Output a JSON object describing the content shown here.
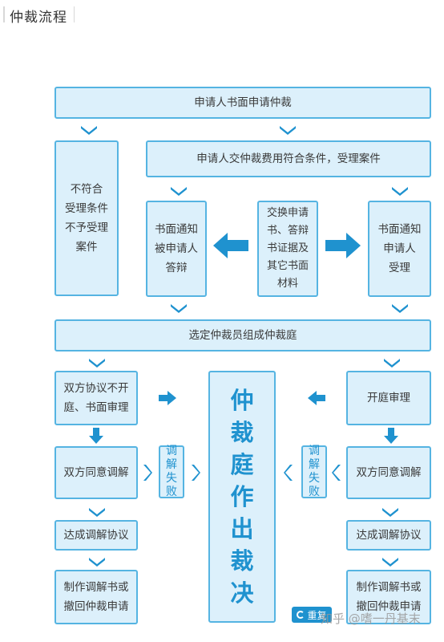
{
  "header": {
    "title": "仲裁流程"
  },
  "boxes": {
    "apply": "申请人书面申请仲裁",
    "reject": "不符合\n受理条件\n不予受理\n案件",
    "accept": "申请人交仲裁费用符合条件，受理案件",
    "notify_respondent": "书面通知\n被申请人\n答辩",
    "exchange": "交换申请\n书、答辩\n书证据及\n其它书面\n材料",
    "notify_applicant": "书面通知\n申请人\n受理",
    "select": "选定仲裁员组成仲裁庭",
    "agreement_no_hearing": "双方协议不开\n庭、书面审理",
    "court_hearing": "开庭审理",
    "decision": "仲\n裁\n庭\n作\n出\n裁\n决",
    "mediation_left": "双方同意调解",
    "mediation_right": "双方同意调解",
    "failed_left": "调\n解\n失\n败",
    "failed_right": "调\n解\n失\n败",
    "reach_left": "达成调解协议",
    "reach_right": "达成调解协议",
    "make_left": "制作调解书或\n撤回仲裁申请",
    "make_right": "制作调解书或\n撤回仲裁申请"
  },
  "replay_label": "重复",
  "watermark": "知乎 @嗜一丹基末",
  "colors": {
    "accent": "#1f92cf",
    "box_fill": "#dcf0fb",
    "box_border": "#55b4e2"
  },
  "icons": {
    "chevron": "chevron-down-icon",
    "arrow": "arrow-icon",
    "replay": "replay-icon"
  }
}
